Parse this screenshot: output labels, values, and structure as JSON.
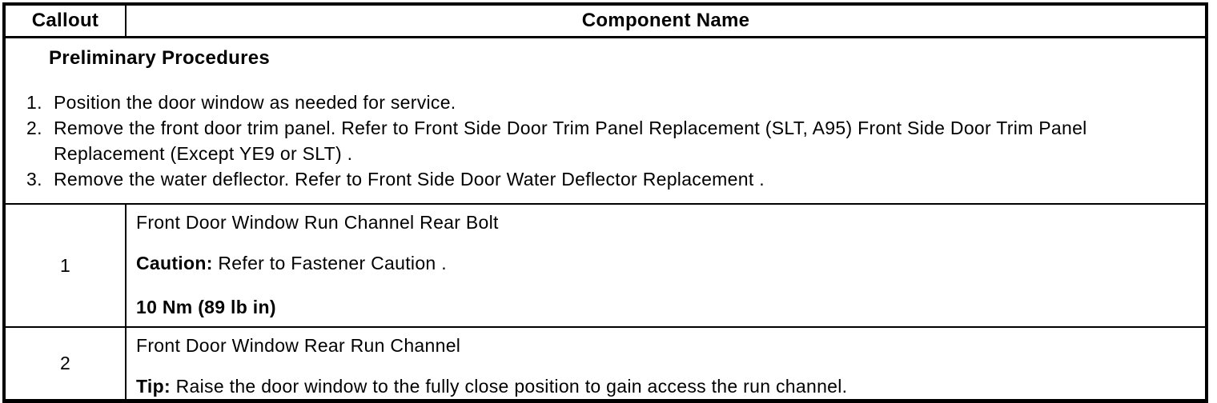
{
  "header": {
    "callout_label": "Callout",
    "component_label": "Component Name"
  },
  "preliminary": {
    "title": "Preliminary Procedures",
    "items": [
      {
        "num": "1.",
        "text": "Position the door window as needed for service."
      },
      {
        "num": "2.",
        "text": "Remove the front door trim panel. Refer to Front Side Door Trim Panel Replacement (SLT, A95) Front Side Door Trim Panel Replacement (Except YE9 or SLT) ."
      },
      {
        "num": "3.",
        "text": "Remove the water deflector. Refer to Front Side Door Water Deflector Replacement ."
      }
    ]
  },
  "rows": [
    {
      "callout": "1",
      "component": "Front Door Window Run Channel Rear Bolt",
      "caution_label": "Caution:",
      "caution_text": "Refer to Fastener Caution .",
      "torque": "10 Nm (89 lb in)"
    },
    {
      "callout": "2",
      "component": "Front Door Window Rear Run Channel",
      "tip_label": "Tip:",
      "tip_text": "Raise the door window to the fully close position to gain access the run channel."
    }
  ],
  "colors": {
    "border": "#000000",
    "background": "#ffffff",
    "text": "#000000"
  }
}
